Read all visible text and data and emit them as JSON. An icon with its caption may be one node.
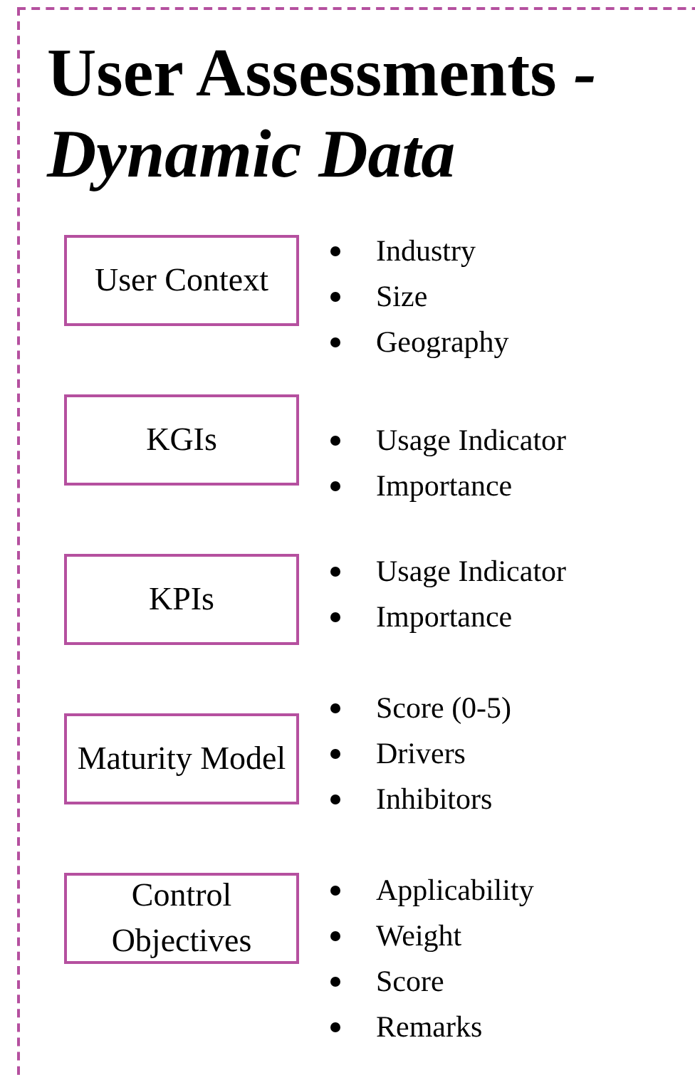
{
  "diagram": {
    "nodes": [
      {
        "text": [
          "User Assessments *- Dynamic Data*"
        ]
      },
      {
        "text": [
          "User Context"
        ],
        "in": 0,
        "beside": [
          "Industry",
          "Size",
          "Geography"
        ]
      },
      {
        "text": [
          "KGIs"
        ],
        "in": 0,
        "beside": [
          "Usage Indicator",
          "Importance"
        ]
      },
      {
        "text": [
          "KPIs"
        ],
        "in": 0,
        "beside": [
          "Usage Indicator",
          "Importance"
        ]
      },
      {
        "text": [
          "Maturity Model"
        ],
        "in": 0,
        "beside": [
          "Score (0-5)",
          "Drivers",
          "Inhibitors"
        ]
      },
      {
        "text": [
          "Control Objectives"
        ],
        "in": 0,
        "beside": [
          "Applicability",
          "Weight",
          "Score",
          "Remarks"
        ]
      }
    ]
  }
}
